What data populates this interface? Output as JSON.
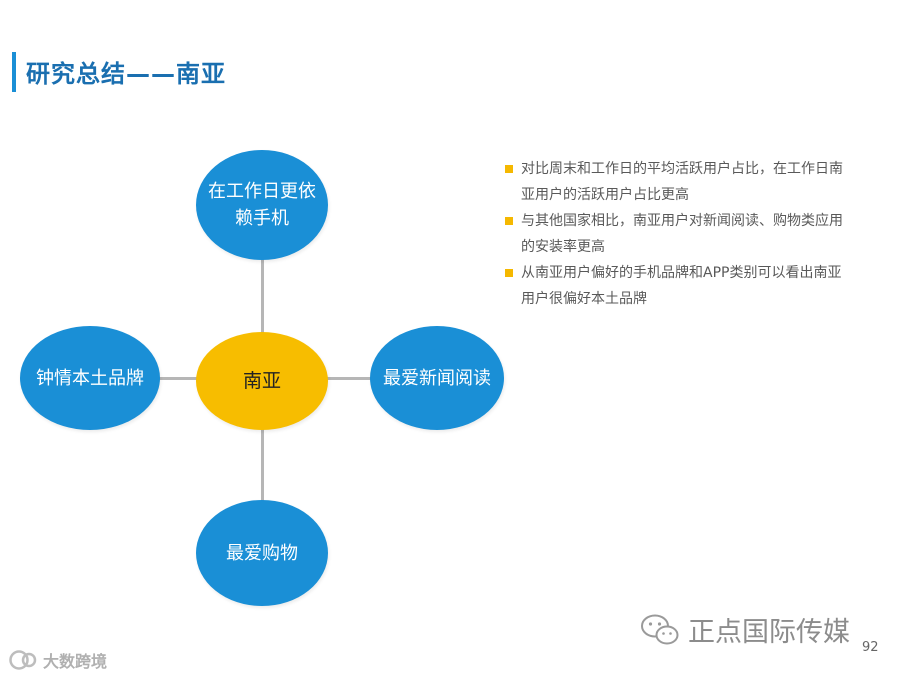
{
  "header": {
    "title": "研究总结——南亚",
    "accent_color": "#1a8fd6"
  },
  "diagram": {
    "center": {
      "label": "南亚",
      "color": "#f7bd00"
    },
    "nodes": [
      {
        "position": "top",
        "label": "在工作日更依赖手机"
      },
      {
        "position": "left",
        "label": "钟情本土品牌"
      },
      {
        "position": "right",
        "label": "最爱新闻阅读"
      },
      {
        "position": "bottom",
        "label": "最爱购物"
      }
    ],
    "node_color": "#1a8fd6"
  },
  "bullets": [
    "对比周末和工作日的平均活跃用户占比，在工作日南亚用户的活跃用户占比更高",
    "与其他国家相比，南亚用户对新闻阅读、购物类应用的安装率更高",
    "从南亚用户偏好的手机品牌和APP类别可以看出南亚用户很偏好本土品牌"
  ],
  "bullet_color": "#f5b800",
  "footer": {
    "watermark_text": "正点国际传媒",
    "watermark_icon": "wechat-icon",
    "page_number": "92",
    "logo_text": "大数跨境",
    "logo_icon": "logo-mark-icon"
  }
}
